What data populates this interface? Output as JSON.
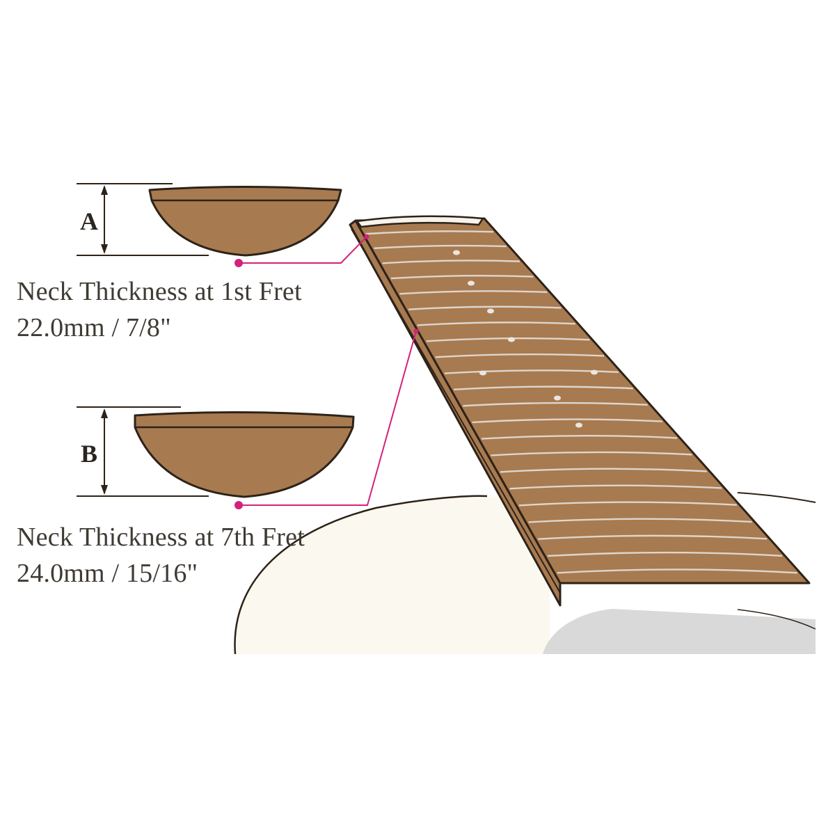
{
  "labels": {
    "a": "A",
    "b": "B"
  },
  "captions": {
    "first_title": "Neck Thickness at 1st Fret",
    "first_value": "22.0mm / 7/8\"",
    "seventh_title": "Neck Thickness at 7th Fret",
    "seventh_value": "24.0mm / 15/16\""
  },
  "colors": {
    "wood": "#a87a50",
    "outline": "#2d2218",
    "fret": "#ddd6cc",
    "callout": "#d4207a",
    "body": "#fbf8ef",
    "shadow": "#d9d9d9"
  }
}
